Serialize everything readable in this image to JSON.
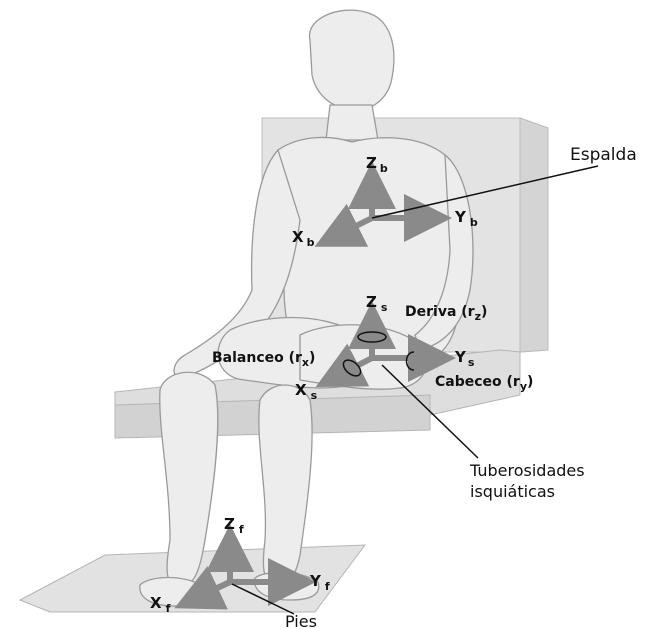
{
  "colors": {
    "arrow": "#8a8a8a",
    "body_fill": "#ececec",
    "body_stroke": "#9a9a9a",
    "seat": "#dcdcdc",
    "line": "#111111"
  },
  "labels": {
    "espalda": "Espalda",
    "tuberosidades_line1": "Tuberosidades",
    "tuberosidades_line2": "isquiáticas",
    "pies": "Pies",
    "deriva": "Deriva (r",
    "deriva_sub": "z",
    "balanceo": "Balanceo (r",
    "balanceo_sub": "x",
    "cabeceo": "Cabeceo (r",
    "cabeceo_sub": "y",
    "close_paren": ")"
  },
  "axes": {
    "back": {
      "z": "Z",
      "z_sub": "b",
      "y": "Y",
      "y_sub": "b",
      "x": "X",
      "x_sub": "b"
    },
    "seat": {
      "z": "Z",
      "z_sub": "s",
      "y": "Y",
      "y_sub": "s",
      "x": "X",
      "x_sub": "s"
    },
    "feet": {
      "z": "Z",
      "z_sub": "f",
      "y": "Y",
      "y_sub": "f",
      "x": "X",
      "x_sub": "f"
    }
  }
}
